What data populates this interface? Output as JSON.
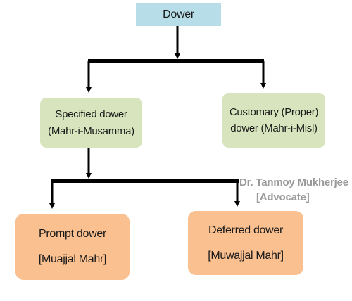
{
  "colors": {
    "root_fill": "#b7dde8",
    "level2_fill": "#d7e4bd",
    "level3_fill": "#fac090",
    "connector": "#000000",
    "watermark": "#9a9a9a"
  },
  "nodes": {
    "root": {
      "label": "Dower"
    },
    "specified": {
      "line1": "Specified dower",
      "line2": "(Mahr-i-Musamma)"
    },
    "customary": {
      "line1": "Customary (Proper)",
      "line2": "dower (Mahr-i-Misl)"
    },
    "prompt": {
      "line1": "Prompt dower",
      "line2": "[Muajjal Mahr]"
    },
    "deferred": {
      "line1": "Deferred dower",
      "line2": "[Muwajjal Mahr]"
    }
  },
  "watermark": {
    "line1": "Dr. Tanmoy Mukherjee",
    "line2": "[Advocate]"
  }
}
